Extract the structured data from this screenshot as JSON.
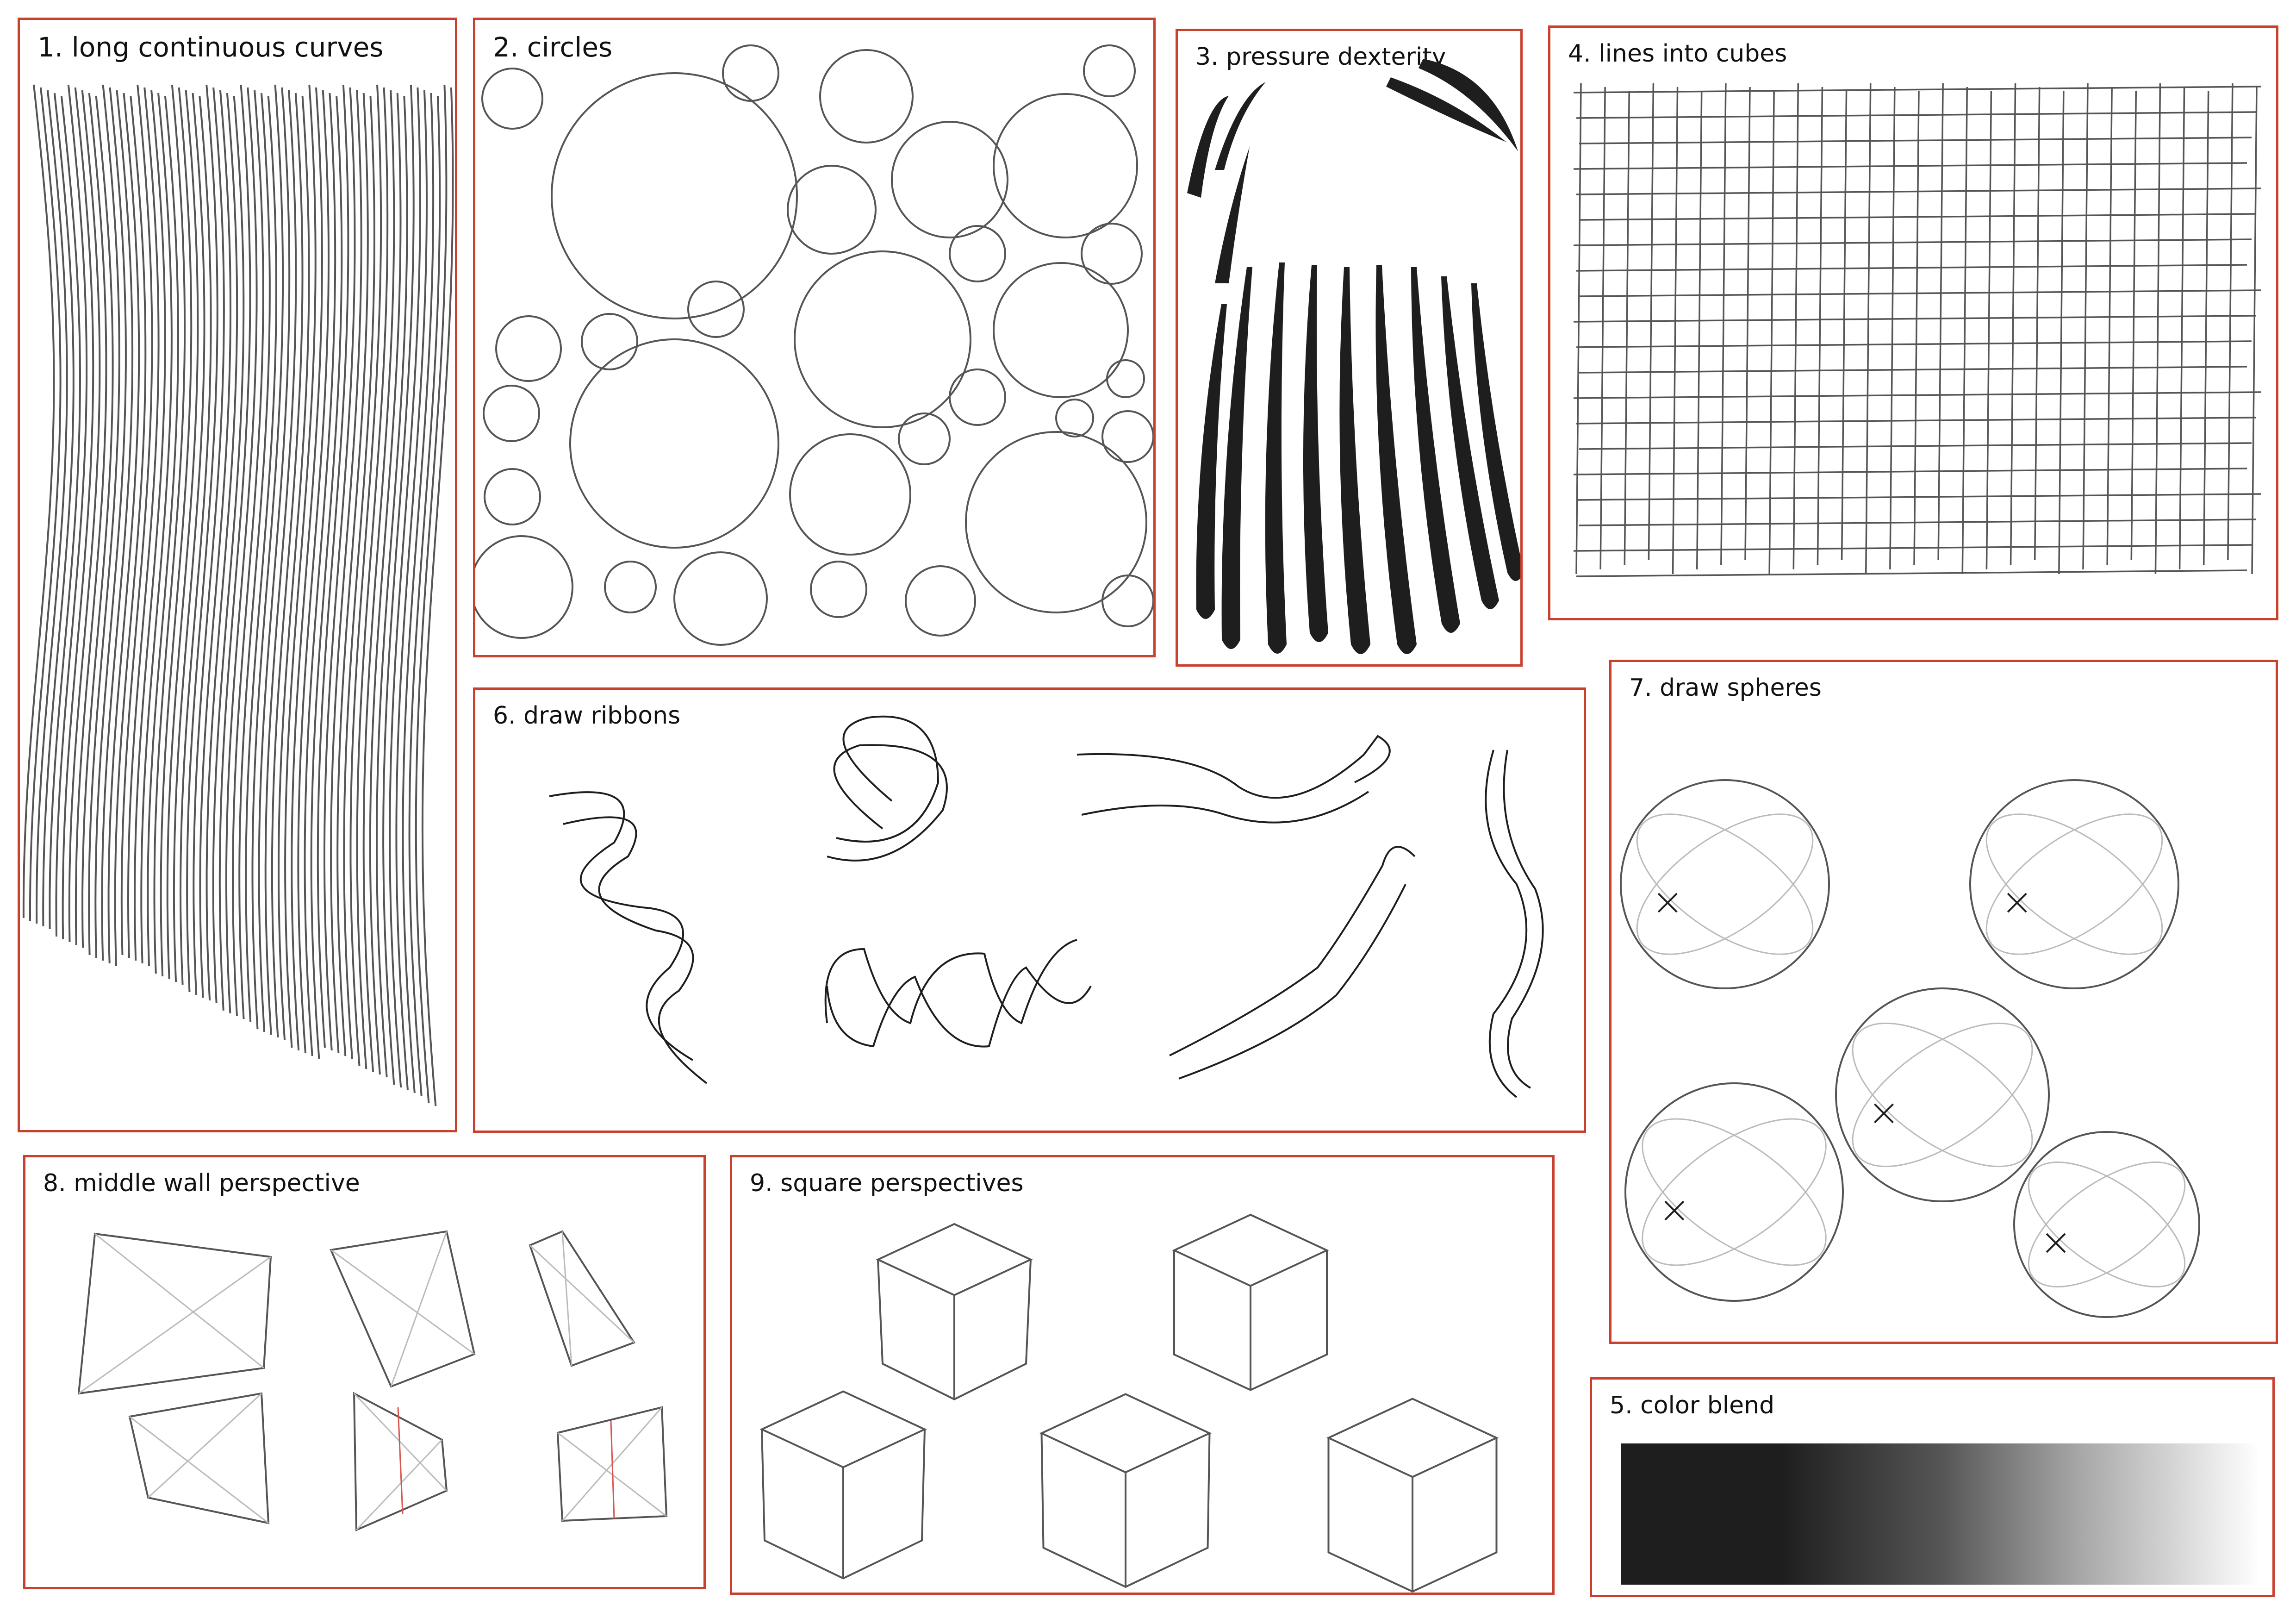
{
  "panels": {
    "p1": {
      "title": "1. long continuous curves"
    },
    "p2": {
      "title": "2. circles"
    },
    "p3": {
      "title": "3. pressure dexterity"
    },
    "p4": {
      "title": "4. lines into cubes"
    },
    "p5": {
      "title": "5. color blend"
    },
    "p6": {
      "title": "6. draw ribbons"
    },
    "p7": {
      "title": "7. draw spheres"
    },
    "p8": {
      "title": "8. middle wall perspective"
    },
    "p9": {
      "title": "9. square perspectives"
    }
  },
  "colors": {
    "frame": "#c8412f",
    "ink": "#1e1e1e",
    "pencil": "#555555",
    "construction": "#bbbbbb",
    "guide_red": "#d9534f"
  }
}
